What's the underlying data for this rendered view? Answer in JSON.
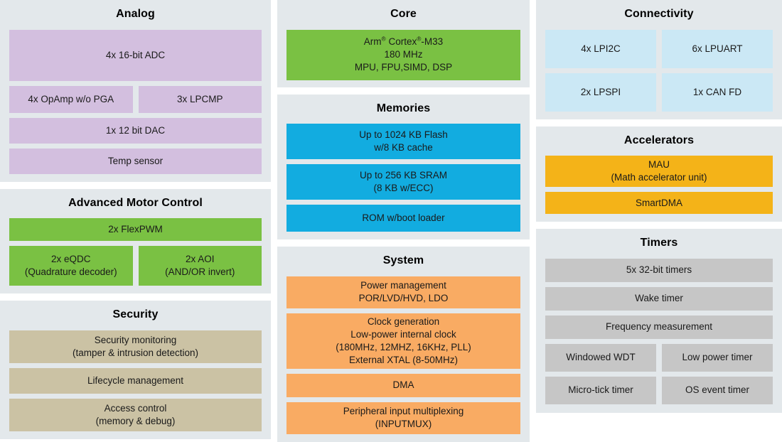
{
  "diagram": {
    "columns": {
      "left": {
        "panels": [
          {
            "title": "Analog",
            "blocks": [
              {
                "label": "4x 16-bit ADC"
              },
              {
                "label": "4x OpAmp w/o PGA"
              },
              {
                "label": "3x LPCMP"
              },
              {
                "label": "1x 12 bit DAC"
              },
              {
                "label": "Temp sensor"
              }
            ]
          },
          {
            "title": "Advanced Motor Control",
            "blocks": [
              {
                "label": "2x FlexPWM"
              },
              {
                "line1": "2x eQDC",
                "line2": "(Quadrature decoder)"
              },
              {
                "line1": "2x AOI",
                "line2": "(AND/OR invert)"
              }
            ]
          },
          {
            "title": "Security",
            "blocks": [
              {
                "line1": "Security monitoring",
                "line2": "(tamper & intrusion detection)"
              },
              {
                "label": "Lifecycle management"
              },
              {
                "line1": "Access control",
                "line2": "(memory & debug)"
              }
            ]
          }
        ]
      },
      "middle": {
        "panels": [
          {
            "title": "Core",
            "blocks": [
              {
                "line1": "Arm® Cortex®-M33",
                "line2": "180 MHz",
                "line3": "MPU, FPU,SIMD, DSP"
              }
            ]
          },
          {
            "title": "Memories",
            "blocks": [
              {
                "line1": "Up to 1024 KB Flash",
                "line2": "w/8 KB cache"
              },
              {
                "line1": "Up to 256 KB SRAM",
                "line2": "(8 KB w/ECC)"
              },
              {
                "label": "ROM w/boot loader"
              }
            ]
          },
          {
            "title": "System",
            "blocks": [
              {
                "line1": "Power management",
                "line2": "POR/LVD/HVD, LDO"
              },
              {
                "line1": "Clock generation",
                "line2": "Low-power internal clock",
                "line3": "(180MHz, 12MHZ, 16KHz, PLL)",
                "line4": "External XTAL (8-50MHz)"
              },
              {
                "label": "DMA"
              },
              {
                "line1": "Peripheral input multiplexing",
                "line2": "(INPUTMUX)"
              }
            ]
          }
        ]
      },
      "right": {
        "panels": [
          {
            "title": "Connectivity",
            "blocks": [
              {
                "label": "4x LPI2C"
              },
              {
                "label": "6x LPUART"
              },
              {
                "label": "2x LPSPI"
              },
              {
                "label": "1x CAN FD"
              }
            ]
          },
          {
            "title": "Accelerators",
            "blocks": [
              {
                "line1": "MAU",
                "line2": "(Math accelerator unit)"
              },
              {
                "label": "SmartDMA"
              }
            ]
          },
          {
            "title": "Timers",
            "blocks": [
              {
                "label": "5x 32-bit timers"
              },
              {
                "label": "Wake timer"
              },
              {
                "label": "Frequency measurement"
              },
              {
                "label": "Windowed WDT"
              },
              {
                "label": "Low power timer"
              },
              {
                "label": "Micro-tick timer"
              },
              {
                "label": "OS event timer"
              }
            ]
          }
        ]
      }
    }
  },
  "colors": {
    "panel_background": "#e3e8eb",
    "analog": "#d3bfdf",
    "motor_control": "#7ac143",
    "security": "#cbc2a4",
    "core": "#7ac143",
    "memories": "#12ace0",
    "system": "#f9ab63",
    "connectivity": "#cbe8f5",
    "accelerators": "#f4b318",
    "timers": "#c6c6c6",
    "page_background": "#ffffff"
  }
}
